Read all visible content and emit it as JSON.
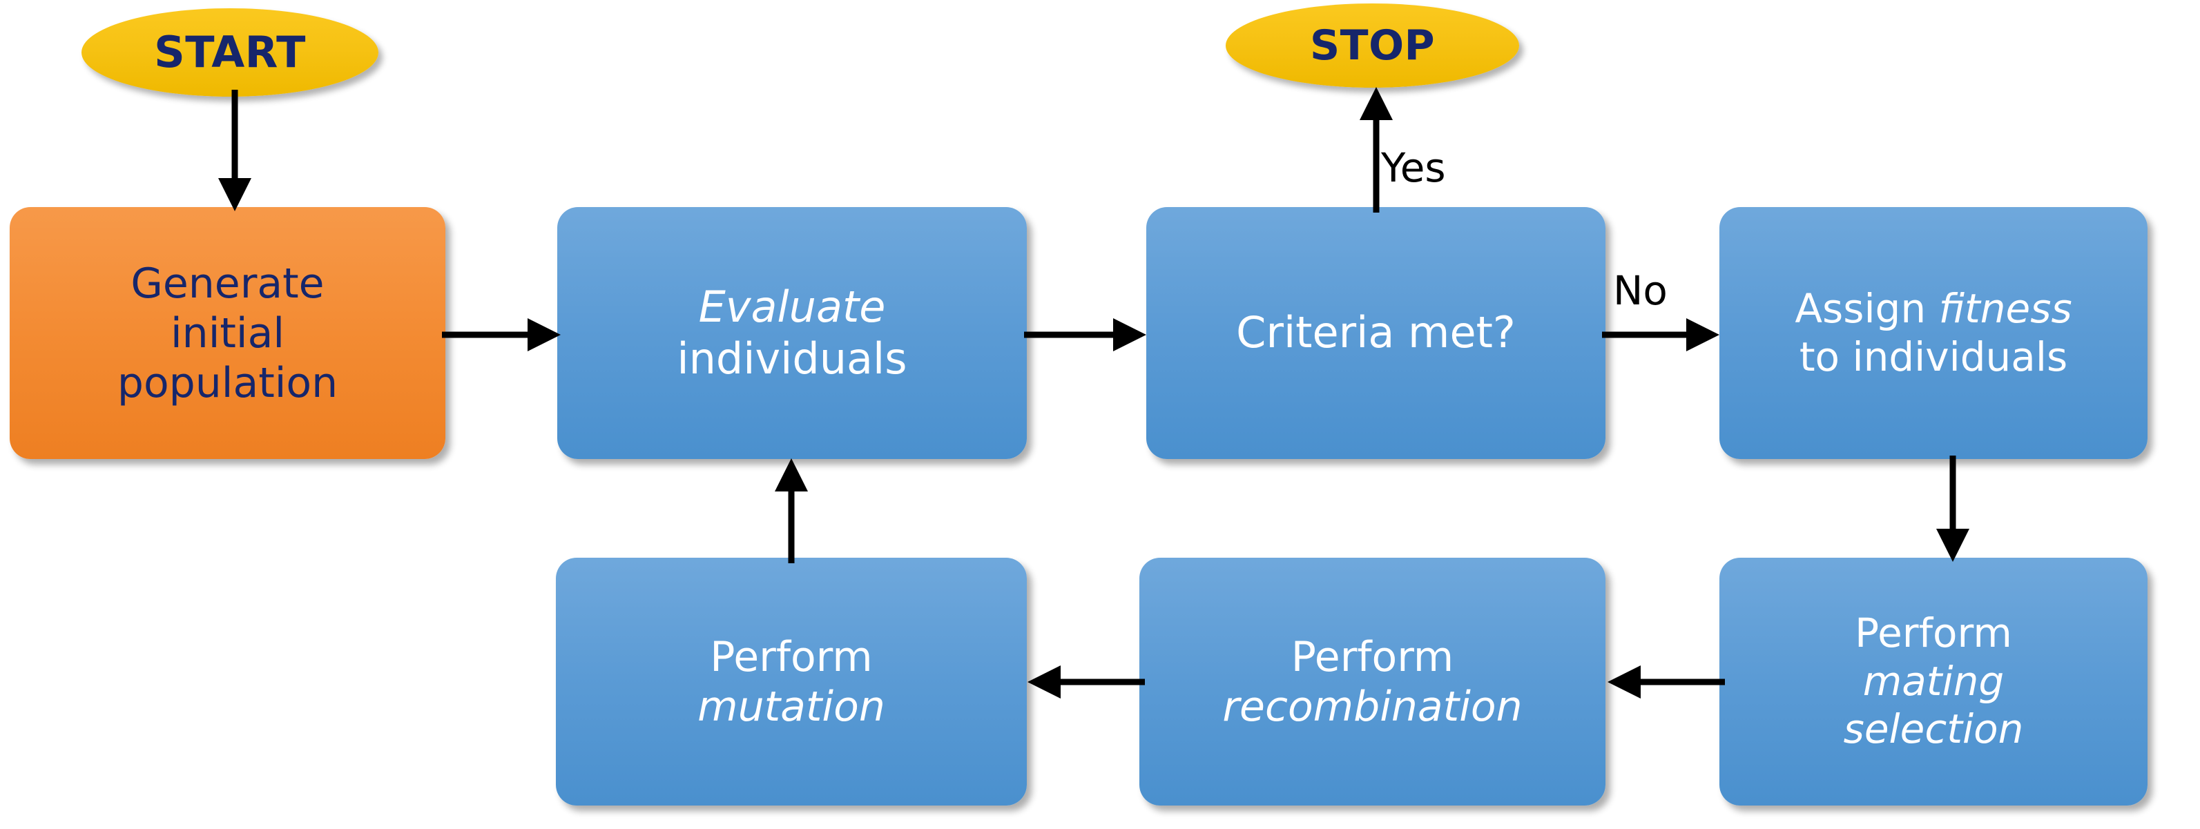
{
  "diagram": {
    "title": "Evolutionary algorithm flowchart",
    "background_color": "#ffffff",
    "colors": {
      "terminator_fill": "#F6C213",
      "terminator_text": "#16266B",
      "process_orange_fill": "#F38B33",
      "process_orange_text": "#16266B",
      "process_blue_fill": "#5B9BD5",
      "process_blue_text": "#FFFFFF",
      "connector": "#000000",
      "edge_label_text": "#000000"
    }
  },
  "nodes": {
    "start": {
      "label": "START",
      "shape": "ellipse",
      "fill": "#F6C213"
    },
    "stop": {
      "label": "STOP",
      "shape": "ellipse",
      "fill": "#F6C213"
    },
    "generate": {
      "shape": "rounded-rect",
      "fill": "#F38B33",
      "line1": "Generate",
      "line2": "initial",
      "line3": "population"
    },
    "evaluate": {
      "shape": "rounded-rect",
      "fill": "#5B9BD5",
      "line1_italic": "Evaluate",
      "line2": "individuals"
    },
    "criteria": {
      "shape": "rounded-rect",
      "fill": "#5B9BD5",
      "line1": "Criteria met?"
    },
    "assign_fitness": {
      "shape": "rounded-rect",
      "fill": "#5B9BD5",
      "line1_pre": "Assign ",
      "line1_italic": "fitness",
      "line2": "to individuals"
    },
    "mating_selection": {
      "shape": "rounded-rect",
      "fill": "#5B9BD5",
      "line1": "Perform",
      "line2_italic": "mating",
      "line3_italic": "selection"
    },
    "recombination": {
      "shape": "rounded-rect",
      "fill": "#5B9BD5",
      "line1": "Perform",
      "line2_italic": "recombination"
    },
    "mutation": {
      "shape": "rounded-rect",
      "fill": "#5B9BD5",
      "line1": "Perform",
      "line2_italic": "mutation"
    }
  },
  "edges": {
    "start_to_generate": {
      "from": "start",
      "to": "generate",
      "label": "",
      "direction": "down"
    },
    "generate_to_evaluate": {
      "from": "generate",
      "to": "evaluate",
      "label": "",
      "direction": "right"
    },
    "evaluate_to_criteria": {
      "from": "evaluate",
      "to": "criteria",
      "label": "",
      "direction": "right"
    },
    "criteria_to_stop": {
      "from": "criteria",
      "to": "stop",
      "label": "Yes",
      "direction": "up"
    },
    "criteria_to_assign": {
      "from": "criteria",
      "to": "assign_fitness",
      "label": "No",
      "direction": "right"
    },
    "assign_to_mating": {
      "from": "assign_fitness",
      "to": "mating_selection",
      "label": "",
      "direction": "down"
    },
    "mating_to_recombination": {
      "from": "mating_selection",
      "to": "recombination",
      "label": "",
      "direction": "left"
    },
    "recombination_to_mutation": {
      "from": "recombination",
      "to": "mutation",
      "label": "",
      "direction": "left"
    },
    "mutation_to_evaluate": {
      "from": "mutation",
      "to": "evaluate",
      "label": "",
      "direction": "up"
    }
  }
}
